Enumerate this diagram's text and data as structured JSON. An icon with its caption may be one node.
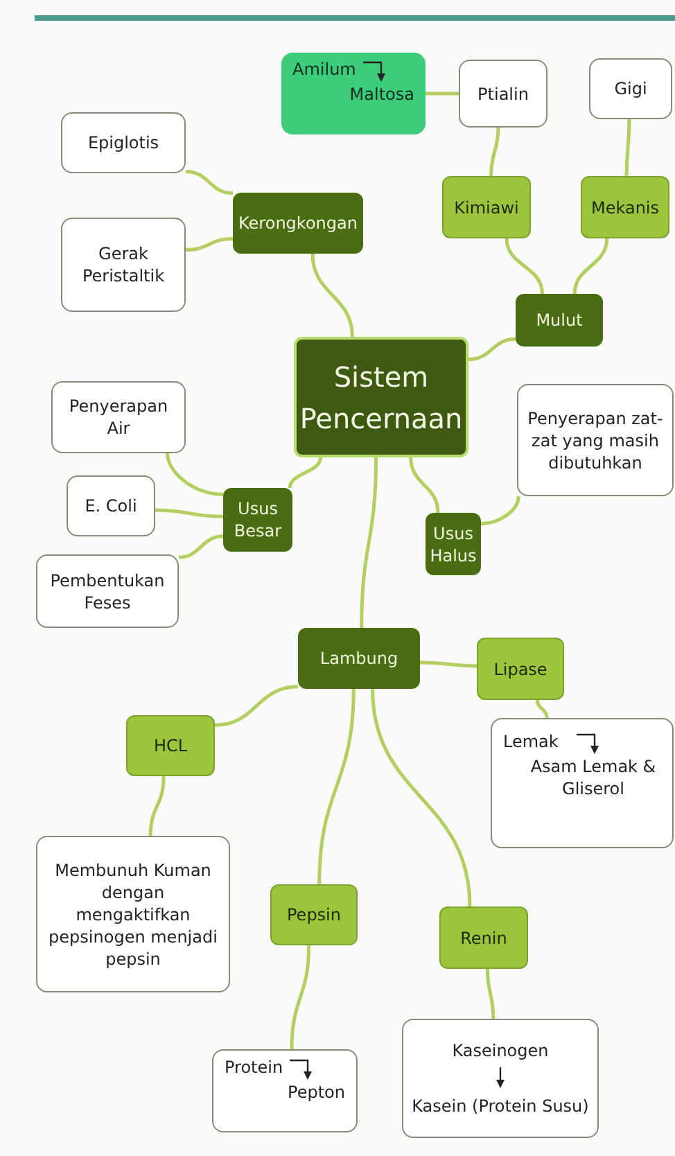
{
  "diagram": {
    "nodes": [
      {
        "text": [
          "Sistem Pencernaan"
        ]
      },
      {
        "text": [
          "Mulut"
        ]
      },
      {
        "text": [
          "Kimiawi"
        ]
      },
      {
        "text": [
          "Mekanis"
        ]
      },
      {
        "text": [
          "Ptialin"
        ]
      },
      {
        "text": [
          "Gigi"
        ]
      },
      {
        "text": [
          "Amilum",
          "Maltosa"
        ]
      },
      {
        "text": [
          "Kerongkongan"
        ]
      },
      {
        "text": [
          "Epiglotis"
        ]
      },
      {
        "text": [
          "Gerak Peristaltik"
        ]
      },
      {
        "text": [
          "Usus Besar"
        ]
      },
      {
        "text": [
          "Penyerapan Air"
        ]
      },
      {
        "text": [
          "E. Coli"
        ]
      },
      {
        "text": [
          "Pembentukan Feses"
        ]
      },
      {
        "text": [
          "Usus Halus"
        ]
      },
      {
        "text": [
          "Penyerapan zat-zat yang masih dibutuhkan"
        ]
      },
      {
        "text": [
          "Lambung"
        ]
      },
      {
        "text": [
          "Lipase"
        ]
      },
      {
        "text": [
          "Lemak",
          "Asam Lemak & Gliserol"
        ]
      },
      {
        "text": [
          "HCL"
        ]
      },
      {
        "text": [
          "Membunuh Kuman dengan mengaktifkan pepsinogen menjadi pepsin"
        ]
      },
      {
        "text": [
          "Pepsin"
        ]
      },
      {
        "text": [
          "Protein",
          "Pepton"
        ]
      },
      {
        "text": [
          "Renin"
        ]
      },
      {
        "text": [
          "Kaseinogen",
          "Kasein (Protein Susu)"
        ]
      }
    ],
    "edges": [
      {
        "from": 0,
        "to": 1,
        "arrow": "none"
      },
      {
        "from": 1,
        "to": 2,
        "arrow": "none"
      },
      {
        "from": 1,
        "to": 3,
        "arrow": "none"
      },
      {
        "from": 2,
        "to": 4,
        "arrow": "none"
      },
      {
        "from": 3,
        "to": 5,
        "arrow": "none"
      },
      {
        "from": 4,
        "to": 6,
        "arrow": "none"
      },
      {
        "from": 0,
        "to": 7,
        "arrow": "none"
      },
      {
        "from": 7,
        "to": 8,
        "arrow": "none"
      },
      {
        "from": 7,
        "to": 9,
        "arrow": "none"
      },
      {
        "from": 0,
        "to": 10,
        "arrow": "none"
      },
      {
        "from": 10,
        "to": 11,
        "arrow": "none"
      },
      {
        "from": 10,
        "to": 12,
        "arrow": "none"
      },
      {
        "from": 10,
        "to": 13,
        "arrow": "none"
      },
      {
        "from": 0,
        "to": 14,
        "arrow": "none"
      },
      {
        "from": 14,
        "to": 15,
        "arrow": "none"
      },
      {
        "from": 0,
        "to": 16,
        "arrow": "none"
      },
      {
        "from": 16,
        "to": 17,
        "arrow": "none"
      },
      {
        "from": 17,
        "to": 18,
        "arrow": "none"
      },
      {
        "from": 16,
        "to": 19,
        "arrow": "none"
      },
      {
        "from": 19,
        "to": 20,
        "arrow": "none"
      },
      {
        "from": 16,
        "to": 21,
        "arrow": "none"
      },
      {
        "from": 21,
        "to": 22,
        "arrow": "none"
      },
      {
        "from": 16,
        "to": 23,
        "arrow": "none"
      },
      {
        "from": 23,
        "to": 24,
        "arrow": "none"
      }
    ]
  }
}
